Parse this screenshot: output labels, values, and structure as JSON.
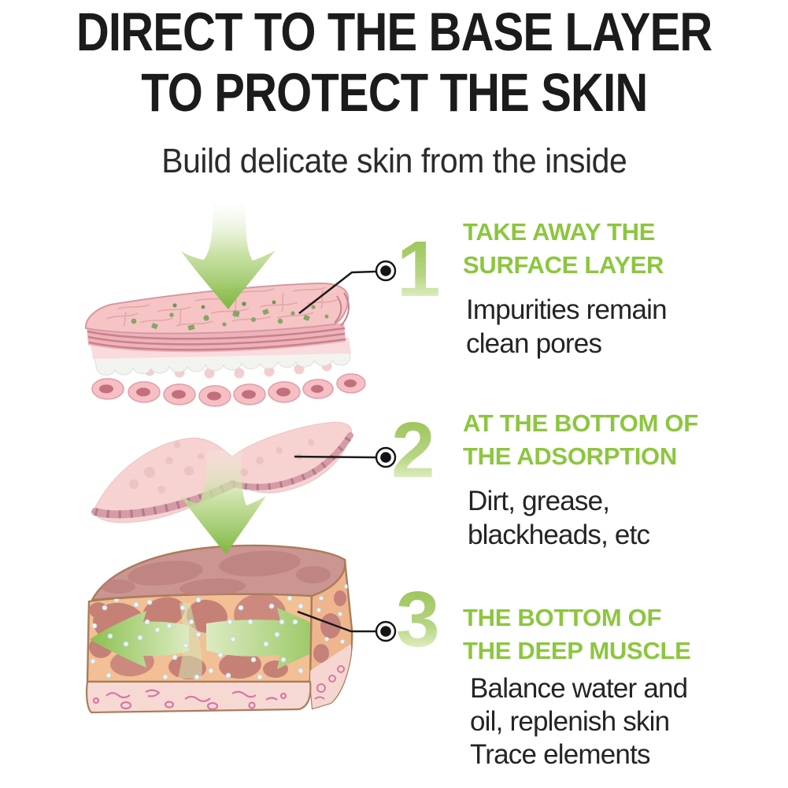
{
  "page": {
    "title_line1": "DIRECT TO THE BASE LAYER",
    "title_line2": "TO PROTECT THE SKIN",
    "subtitle": "Build delicate skin from the inside"
  },
  "colors": {
    "title_text": "#1b1b1b",
    "body_text": "#242424",
    "step_heading_green": "#8cc63f",
    "step_number_green": "#b7d583",
    "arrow_green": "#7db83f",
    "skin_pink": "#f6c4c4",
    "skin_edge_pink": "#c8818e",
    "deep_matrix_peach": "#f3bf94",
    "deep_blob_red": "#c68177",
    "bottom_layer_pink": "#f7d9d4",
    "squiggle_pink": "#d877a5",
    "callout_black": "#1a1a1a"
  },
  "icons": {
    "marker": "target-dot-icon",
    "step1_arrow": "down-arrow-icon",
    "step2_arrow": "down-arrow-icon",
    "step3_arrows": "left-right-arrows-icon"
  },
  "steps": [
    {
      "number": "1",
      "heading_lines": [
        "TAKE AWAY THE",
        "SURFACE LAYER"
      ],
      "body_lines": [
        "Impurities remain",
        "clean pores"
      ],
      "illustration": "skin-surface-layer-with-down-arrow"
    },
    {
      "number": "2",
      "heading_lines": [
        "AT THE BOTTOM OF",
        "THE ADSORPTION"
      ],
      "body_lines": [
        "Dirt, grease,",
        "blackheads, etc"
      ],
      "illustration": "peeled-skin-layer-with-down-arrow"
    },
    {
      "number": "3",
      "heading_lines": [
        "THE BOTTOM OF",
        "THE DEEP MUSCLE"
      ],
      "body_lines": [
        "Balance water and",
        "oil, replenish skin",
        "Trace elements"
      ],
      "illustration": "deep-muscle-block-with-spread-arrows"
    }
  ]
}
